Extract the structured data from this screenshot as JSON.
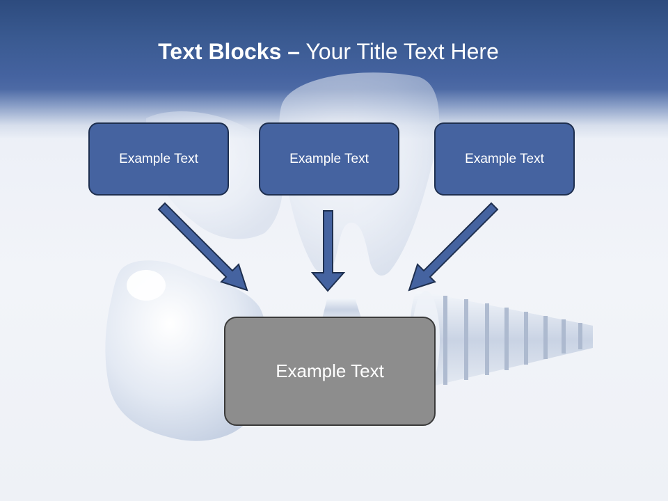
{
  "title": {
    "bold": "Text Blocks",
    "separator": "–",
    "rest": "Your Title Text Here"
  },
  "blocks": [
    {
      "label": "Example Text"
    },
    {
      "label": "Example Text"
    },
    {
      "label": "Example Text"
    }
  ],
  "center_block": {
    "label": "Example Text"
  },
  "colors": {
    "header": "#3a5a91",
    "box_fill": "#4563a0",
    "box_border": "#1e2f4f",
    "center_fill": "#8d8d8d",
    "arrow_fill": "#4563a0"
  },
  "background_art": {
    "icon": "dental-implant-tooth-image"
  }
}
